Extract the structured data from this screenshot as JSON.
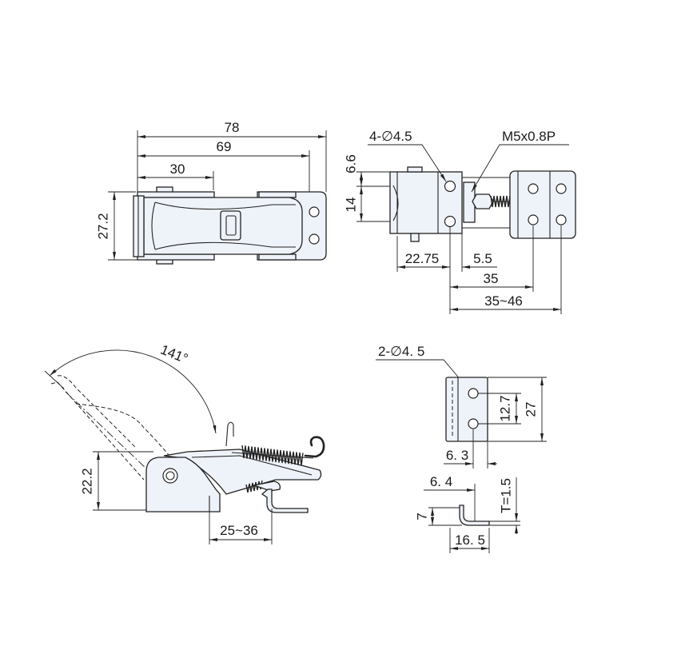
{
  "colors": {
    "outline": "#222222",
    "part_fill": "#eef2f9",
    "text": "#1a1a1a"
  },
  "top_view": {
    "dim_overall_length": "78",
    "dim_lever_length": "69",
    "dim_hinge_offset": "30",
    "dim_width": "27.2"
  },
  "front_view": {
    "hole_note": "4-∅4.5",
    "thread_note": "M5x0.8P",
    "dim_hole_edge": "6.6",
    "dim_hole_pitch": "14",
    "dim_body": "22.75",
    "dim_gap": "5.5",
    "dim_hole_distance": "35",
    "dim_adjust_range": "35~46"
  },
  "side_view": {
    "dim_open_angle": "141°",
    "dim_height": "22.2",
    "dim_reach_range": "25~36"
  },
  "catch_plate": {
    "hole_note": "2-∅4. 5",
    "dim_hole_pitch": "12.7",
    "dim_height": "27",
    "dim_hole_offset": "6. 3",
    "dim_hook_offset": "6. 4",
    "dim_hook_height": "7",
    "dim_thickness": "T=1.5",
    "dim_depth": "16. 5"
  }
}
